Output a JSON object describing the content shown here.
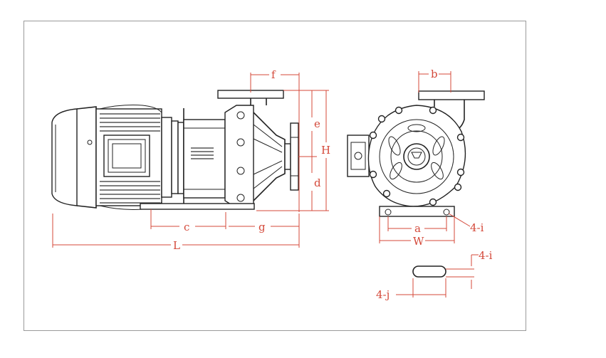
{
  "colors": {
    "dimension": "#d4493a",
    "outline": "#222222",
    "frame": "#9a9a9a"
  },
  "labels": {
    "f": "f",
    "e": "e",
    "H": "H",
    "d": "d",
    "c": "c",
    "g": "g",
    "L": "L",
    "b": "b",
    "a": "a",
    "W": "W",
    "4i_side": "4-i",
    "4i_slot": "4-i",
    "4j": "4-j"
  }
}
